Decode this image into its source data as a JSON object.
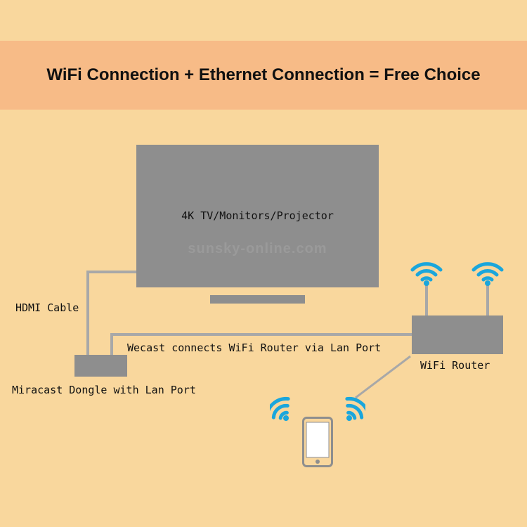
{
  "header": {
    "title": "WiFi Connection + Ethernet Connection = Free Choice"
  },
  "tv": {
    "label": "4K TV/Monitors/Projector",
    "watermark": "sunsky-online.com"
  },
  "labels": {
    "hdmi_cable": "HDMI Cable",
    "lan_link": "Wecast connects WiFi Router via Lan Port",
    "dongle": "Miracast Dongle with Lan Port",
    "router": "WiFi Router"
  },
  "colors": {
    "background": "#f9d79d",
    "banner": "#f7bb87",
    "device_gray": "#8e8e8e",
    "wifi_blue": "#1aa6dc"
  },
  "icons": [
    "wifi-icon",
    "smartphone-icon"
  ]
}
